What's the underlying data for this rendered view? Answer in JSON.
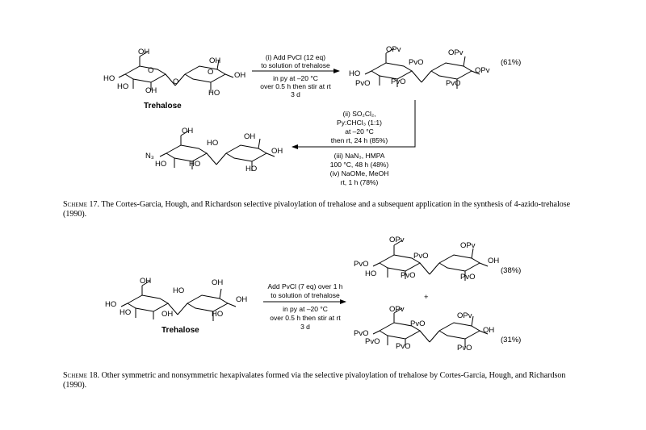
{
  "scheme17": {
    "start_label": "Trehalose",
    "cond_top": [
      "(i) Add PvCl (12 eq)",
      "to solution of trehalose"
    ],
    "cond_bottom": [
      "in py at –20 °C",
      "over 0.5 h then stir at rt",
      "3 d"
    ],
    "yield_product": "(61%)",
    "cond_step2": [
      "(ii) SO₂Cl₂,",
      "Py:CHCl₃ (1:1)",
      "at –20 °C",
      "then rt, 24 h (85%)"
    ],
    "cond_step3": [
      "(iii) NaN₃, HMPA",
      "100 °C, 48 h (48%)",
      "(iv) NaOMe, MeOH",
      "rt, 1 h (78%)"
    ],
    "caption_label": "Scheme 17.",
    "caption_text": "The Cortes-Garcia, Hough, and Richardson selective pivaloylation of trehalose and a subsequent application in the synthesis of 4-azido-trehalose (1990)."
  },
  "scheme18": {
    "start_label": "Trehalose",
    "cond_top": [
      "Add PvCl (7 eq) over 1 h",
      "to solution of trehalose"
    ],
    "cond_bottom": [
      "in py at –20 °C",
      "over 0.5 h then stir at rt",
      "3 d"
    ],
    "yield_a": "(38%)",
    "plus": "+",
    "yield_b": "(31%)",
    "caption_label": "Scheme 18.",
    "caption_text": "Other symmetric and nonsymmetric hexapivalates formed via the selective pivaloylation of trehalose by Cortes-Garcia, Hough, and Richardson (1990)."
  },
  "atoms": {
    "OH": "OH",
    "HO": "HO",
    "O": "O",
    "OPv": "OPv",
    "PvO": "PvO",
    "N3": "N₃"
  }
}
